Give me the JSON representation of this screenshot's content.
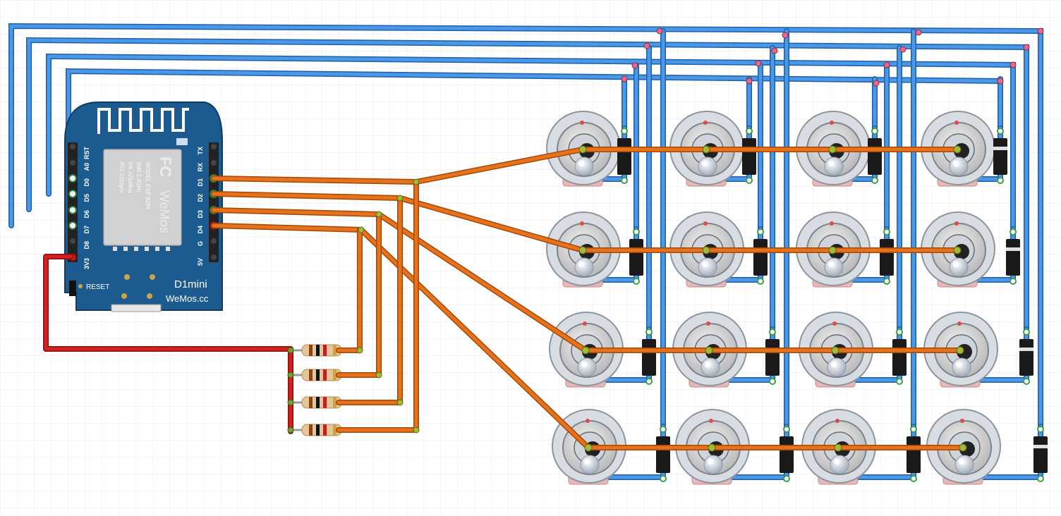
{
  "colors": {
    "grid": "#e6e6e6",
    "board": "#1b5b8f",
    "shield": "#d9d9d9",
    "wire_row": "#e36a12",
    "wire_col": "#3b82d6",
    "wire_power": "#cc1f1f",
    "diode": "#1a1a1a",
    "resistor": "#e5c59a"
  },
  "board": {
    "left_pins": [
      "RST",
      "A0",
      "D0",
      "D5",
      "D6",
      "D7",
      "D8",
      "3V3"
    ],
    "right_pins": [
      "TX",
      "RX",
      "D1",
      "D2",
      "D3",
      "D4",
      "G",
      "5V"
    ],
    "model_label": "MODEL ESP-8266",
    "band_label": "ISM 2.4GHz",
    "power_label": "PA +25dBm",
    "wifi_label": "802.11b/g/n",
    "fcc_logo": "FC",
    "brand_logo": "WeMos",
    "reset_label": "RESET",
    "board_name": "D1mini",
    "board_site": "WeMos.cc"
  },
  "matrix": {
    "rows": 4,
    "cols": 4,
    "row_pins": [
      "D1",
      "D2",
      "D3",
      "D4"
    ],
    "col_pins": [
      "D0",
      "D5",
      "D6",
      "D7"
    ]
  },
  "resistors": {
    "count": 4,
    "power_pin": "3V3"
  }
}
